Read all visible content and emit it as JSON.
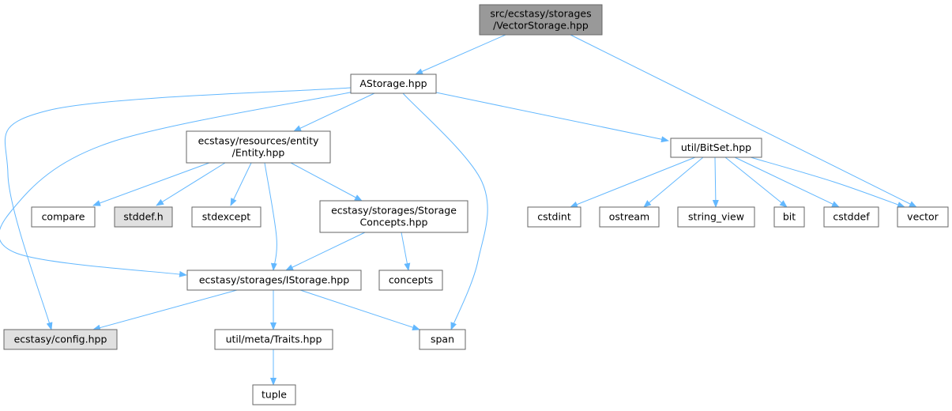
{
  "colors": {
    "edge": "#63b8ff",
    "node_border": "#666666",
    "focus_fill": "#999999",
    "external_fill": "#e0e0e0",
    "normal_fill": "#ffffff"
  },
  "nodes": [
    {
      "id": "vectorstorage",
      "lines": [
        "src/ecstasy/storages",
        "/VectorStorage.hpp"
      ],
      "style": "focus"
    },
    {
      "id": "astorage",
      "lines": [
        "AStorage.hpp"
      ],
      "style": "normal"
    },
    {
      "id": "entity",
      "lines": [
        "ecstasy/resources/entity",
        "/Entity.hpp"
      ],
      "style": "normal"
    },
    {
      "id": "bitset",
      "lines": [
        "util/BitSet.hpp"
      ],
      "style": "normal"
    },
    {
      "id": "compare",
      "lines": [
        "compare"
      ],
      "style": "normal"
    },
    {
      "id": "stddef",
      "lines": [
        "stddef.h"
      ],
      "style": "external"
    },
    {
      "id": "stdexcept",
      "lines": [
        "stdexcept"
      ],
      "style": "normal"
    },
    {
      "id": "storageconcepts",
      "lines": [
        "ecstasy/storages/Storage",
        "Concepts.hpp"
      ],
      "style": "normal"
    },
    {
      "id": "cstdint",
      "lines": [
        "cstdint"
      ],
      "style": "normal"
    },
    {
      "id": "ostream",
      "lines": [
        "ostream"
      ],
      "style": "normal"
    },
    {
      "id": "string_view",
      "lines": [
        "string_view"
      ],
      "style": "normal"
    },
    {
      "id": "bit",
      "lines": [
        "bit"
      ],
      "style": "normal"
    },
    {
      "id": "cstddef",
      "lines": [
        "cstddef"
      ],
      "style": "normal"
    },
    {
      "id": "vector",
      "lines": [
        "vector"
      ],
      "style": "normal"
    },
    {
      "id": "istorage",
      "lines": [
        "ecstasy/storages/IStorage.hpp"
      ],
      "style": "normal"
    },
    {
      "id": "concepts",
      "lines": [
        "concepts"
      ],
      "style": "normal"
    },
    {
      "id": "config",
      "lines": [
        "ecstasy/config.hpp"
      ],
      "style": "external"
    },
    {
      "id": "traits",
      "lines": [
        "util/meta/Traits.hpp"
      ],
      "style": "normal"
    },
    {
      "id": "span",
      "lines": [
        "span"
      ],
      "style": "normal"
    },
    {
      "id": "tuple",
      "lines": [
        "tuple"
      ],
      "style": "normal"
    }
  ],
  "edges": [
    {
      "from": "vectorstorage",
      "to": "astorage"
    },
    {
      "from": "vectorstorage",
      "to": "vector"
    },
    {
      "from": "astorage",
      "to": "entity"
    },
    {
      "from": "astorage",
      "to": "bitset"
    },
    {
      "from": "astorage",
      "to": "config"
    },
    {
      "from": "astorage",
      "to": "istorage"
    },
    {
      "from": "astorage",
      "to": "span"
    },
    {
      "from": "entity",
      "to": "compare"
    },
    {
      "from": "entity",
      "to": "stddef"
    },
    {
      "from": "entity",
      "to": "stdexcept"
    },
    {
      "from": "entity",
      "to": "storageconcepts"
    },
    {
      "from": "entity",
      "to": "istorage"
    },
    {
      "from": "bitset",
      "to": "cstdint"
    },
    {
      "from": "bitset",
      "to": "ostream"
    },
    {
      "from": "bitset",
      "to": "string_view"
    },
    {
      "from": "bitset",
      "to": "bit"
    },
    {
      "from": "bitset",
      "to": "cstddef"
    },
    {
      "from": "bitset",
      "to": "vector"
    },
    {
      "from": "storageconcepts",
      "to": "istorage"
    },
    {
      "from": "storageconcepts",
      "to": "concepts"
    },
    {
      "from": "istorage",
      "to": "config"
    },
    {
      "from": "istorage",
      "to": "traits"
    },
    {
      "from": "istorage",
      "to": "span"
    },
    {
      "from": "traits",
      "to": "tuple"
    }
  ]
}
